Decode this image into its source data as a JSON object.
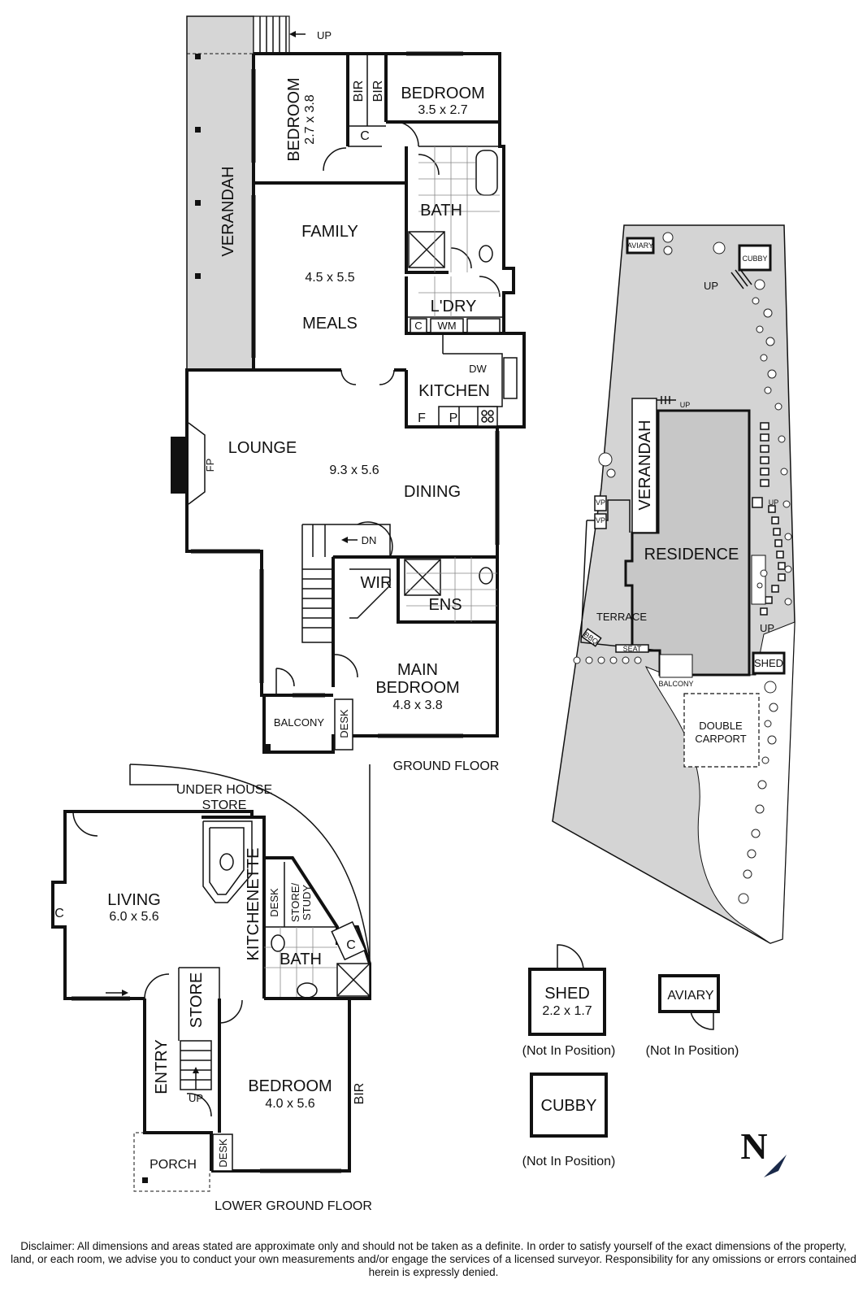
{
  "ground_floor": {
    "caption": "GROUND FLOOR",
    "up_label": "UP",
    "verandah": "VERANDAH",
    "bedroom_left": {
      "name": "BEDROOM",
      "size": "2.7 x 3.8"
    },
    "bir_1": "BIR",
    "bir_2": "BIR",
    "cupboard": "C",
    "bedroom_right": {
      "name": "BEDROOM",
      "size": "3.5 x 2.7"
    },
    "bath": "BATH",
    "family": "FAMILY",
    "family_size": "4.5 x 5.5",
    "meals": "MEALS",
    "laundry": "L'DRY",
    "laundry_c": "C",
    "washing_machine": "WM",
    "dishwasher": "DW",
    "kitchen": "KITCHEN",
    "fridge": "F",
    "pantry": "P",
    "fireplace": "FP",
    "lounge": "LOUNGE",
    "lounge_size": "9.3 x 5.6",
    "dining": "DINING",
    "down_label": "DN",
    "wir": "WIR",
    "ens": "ENS",
    "main_bedroom": {
      "name_line1": "MAIN",
      "name_line2": "BEDROOM",
      "size": "4.8 x 3.8"
    },
    "balcony": "BALCONY",
    "desk": "DESK"
  },
  "lower_ground_floor": {
    "caption": "LOWER GROUND FLOOR",
    "under_house_store_line1": "UNDER HOUSE",
    "under_house_store_line2": "STORE",
    "living": {
      "name": "LIVING",
      "size": "6.0 x 5.6"
    },
    "living_c": "C",
    "kitchenette": "KITCHENETTE",
    "desk": "DESK",
    "store_study_line1": "STORE/",
    "store_study_line2": "STUDY",
    "bath": "BATH",
    "bath_c": "C",
    "store": "STORE",
    "entry": "ENTRY",
    "up_label": "UP",
    "bedroom": {
      "name": "BEDROOM",
      "size": "4.0 x 5.6"
    },
    "bir": "BIR",
    "porch": "PORCH",
    "desk_2": "DESK"
  },
  "site_plan": {
    "aviary": "AVIARY",
    "cubby": "CUBBY",
    "up_top": "UP",
    "up_verandah": "UP",
    "verandah": "VERANDAH",
    "vp_1": "VP",
    "vp_2": "VP",
    "up_side": "UP",
    "residence": "RESIDENCE",
    "terrace": "TERRACE",
    "bbq": "BBQ",
    "seat": "SEAT",
    "up_bottom": "UP",
    "shed": "SHED",
    "balcony": "BALCONY",
    "double_carport_line1": "DOUBLE",
    "double_carport_line2": "CARPORT"
  },
  "outbuildings": {
    "shed": {
      "name": "SHED",
      "size": "2.2 x 1.7",
      "note": "(Not In Position)"
    },
    "aviary": {
      "name": "AVIARY",
      "note": "(Not In Position)"
    },
    "cubby": {
      "name": "CUBBY",
      "note": "(Not In Position)"
    }
  },
  "north_arrow": "N",
  "disclaimer": "Disclaimer: All dimensions and areas stated are approximate only and should not be taken as a definite. In order to satisfy yourself of the exact dimensions of the property, land, or each room, we advise you to conduct your own measurements and/or engage the services of a licensed surveyor. Responsibility for any omissions or errors contained herein is expressly denied."
}
